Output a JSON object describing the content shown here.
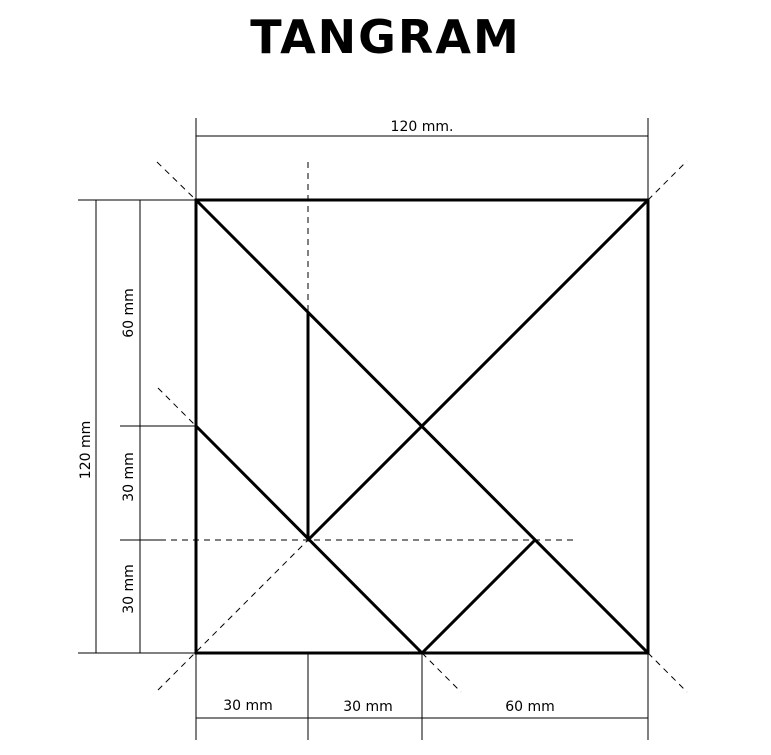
{
  "title": "TANGRAM",
  "dimensions": {
    "top_width": "120 mm.",
    "left_total": "120 mm",
    "left_upper": "60 mm",
    "left_middle": "30 mm",
    "left_lower": "30 mm",
    "bottom_left": "30 mm",
    "bottom_middle": "30 mm",
    "bottom_right": "60 mm"
  }
}
